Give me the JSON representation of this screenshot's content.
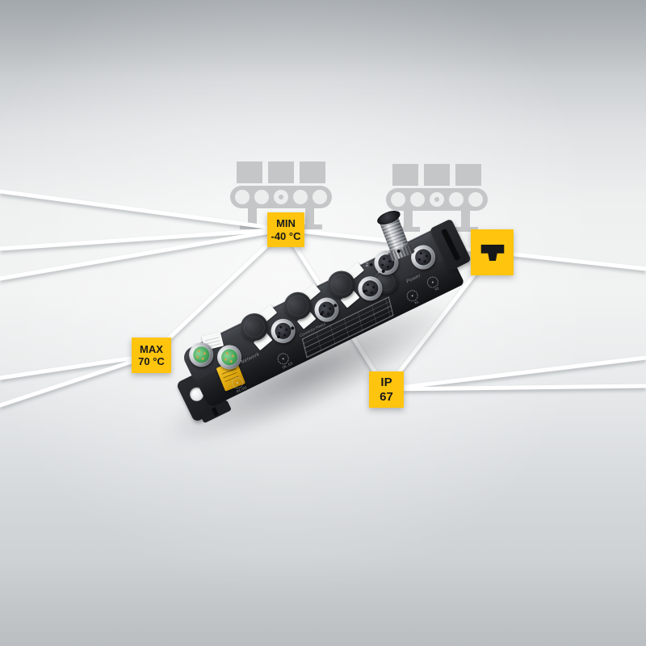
{
  "meta": {
    "description": "Industrial IP67 block I/O module product graphic with temperature and protection-class badges"
  },
  "colors": {
    "accent_yellow": "#ffc40e",
    "badge_text": "#1a1a1a",
    "device_body": "#202226",
    "icon_gray": "#c4c6c8",
    "ray_white": "#ffffff",
    "background_top": "#b2b7bc",
    "background_middle": "#f1f2f2",
    "background_bottom": "#c8cccf",
    "network_port_green": "#47a85c"
  },
  "icons": {
    "conveyor": "conveyor-belt-icon",
    "logo_mark": "turck-t-mark"
  },
  "badges": {
    "min": {
      "line1": "MIN",
      "line2": "-40 °C"
    },
    "max": {
      "line1": "MAX",
      "line2": "70 °C"
    },
    "ip": {
      "line1": "IP",
      "line2": "67"
    }
  },
  "device": {
    "labels": {
      "network": "Network",
      "io": "I/O",
      "pinout": "Connector Pinout",
      "power": "Power",
      "p1p2": "P1 / P2",
      "c0c3": "C0...C3",
      "x1": "X1",
      "x2": "X2",
      "bus": "BUS",
      "err": "ERR",
      "pwr": "PWR"
    }
  }
}
